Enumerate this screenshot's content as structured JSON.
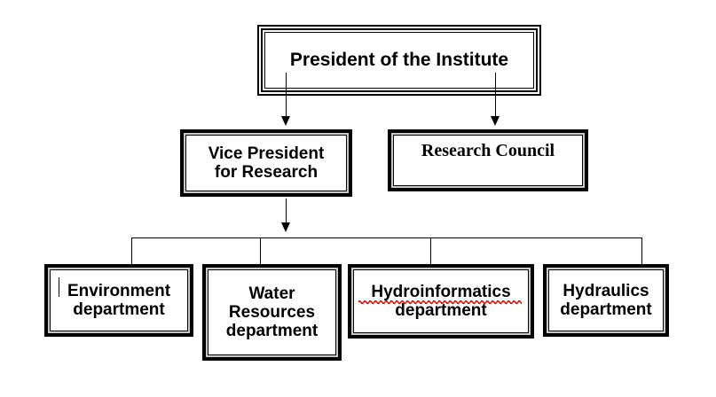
{
  "diagram": {
    "type": "organizational-chart",
    "title": "Institute organizational structure",
    "background_color": "#ffffff",
    "line_color": "#000000",
    "spellcheck_underline_color": "#ff0000"
  },
  "nodes": {
    "president": {
      "label": "President of the Institute",
      "level": 1,
      "font": "sans-bold",
      "frame": "triple-line"
    },
    "vice_president": {
      "label": "Vice President\nfor Research",
      "level": 2,
      "font": "sans-bold",
      "frame": "double-line"
    },
    "research_council": {
      "label": "Research Council",
      "level": 2,
      "font": "serif-bold",
      "frame": "double-line"
    },
    "environment": {
      "label": "Environment\ndepartment",
      "level": 3,
      "font": "sans-bold",
      "frame": "double-line"
    },
    "water_resources": {
      "label": "Water\nResources\ndepartment",
      "level": 3,
      "font": "sans-bold",
      "frame": "double-line"
    },
    "hydroinformatics": {
      "label": "Hydroinformatics\ndepartment",
      "level": 3,
      "font": "sans-bold",
      "frame": "double-line",
      "misspelled_word": "Hydroinformatics"
    },
    "hydraulics": {
      "label": "Hydraulics\ndepartment",
      "level": 3,
      "font": "sans-bold",
      "frame": "double-line"
    }
  },
  "edges": [
    {
      "from": "president",
      "to": "vice_president",
      "style": "arrow"
    },
    {
      "from": "president",
      "to": "research_council",
      "style": "arrow"
    },
    {
      "from": "vice_president",
      "to": "bus",
      "style": "arrow"
    },
    {
      "from": "bus",
      "to": "environment",
      "style": "line"
    },
    {
      "from": "bus",
      "to": "water_resources",
      "style": "line"
    },
    {
      "from": "bus",
      "to": "hydroinformatics",
      "style": "line"
    },
    {
      "from": "bus",
      "to": "hydraulics",
      "style": "line"
    }
  ]
}
